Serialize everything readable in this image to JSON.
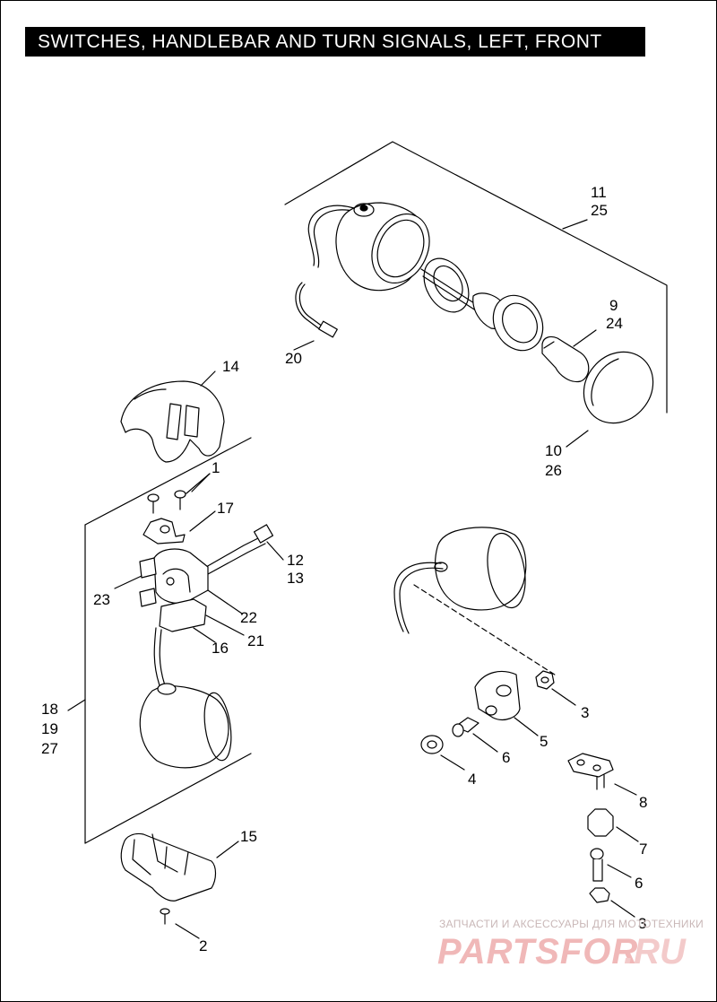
{
  "title": "SWITCHES, HANDLEBAR AND TURN SIGNALS, LEFT, FRONT",
  "callouts": {
    "c1": "1",
    "c2": "2",
    "c3a": "3",
    "c3b": "3",
    "c4": "4",
    "c5": "5",
    "c6a": "6",
    "c6b": "6",
    "c7": "7",
    "c8": "8",
    "c9": "9",
    "c10": "10",
    "c11": "11",
    "c12": "12",
    "c13": "13",
    "c14": "14",
    "c15": "15",
    "c16": "16",
    "c17": "17",
    "c18": "18",
    "c19": "19",
    "c20": "20",
    "c21": "21",
    "c22": "22",
    "c23": "23",
    "c24": "24",
    "c25": "25",
    "c26": "26",
    "c27": "27"
  },
  "watermark": {
    "caption": "ЗАПЧАСТИ И АКСЕССУАРЫ ДЛЯ МОТОТЕХНИКИ",
    "brand": "PARTSFOR",
    "domain": ".RU"
  }
}
